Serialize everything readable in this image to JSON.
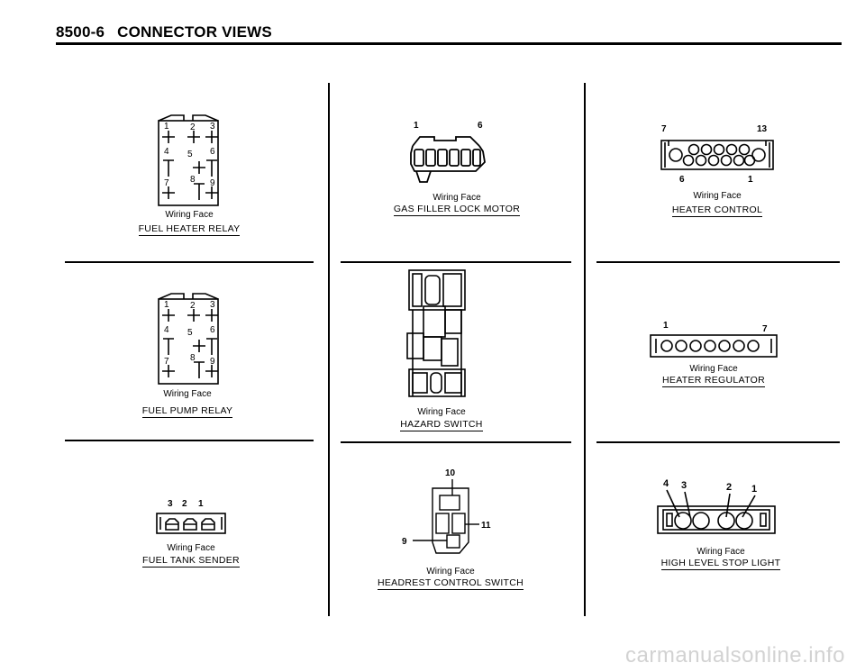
{
  "header": {
    "page_number": "8500-6",
    "title": "CONNECTOR VIEWS"
  },
  "connectors": [
    {
      "label": "Wiring Face",
      "name": "FUEL HEATER RELAY",
      "pins": [
        "1",
        "2",
        "3",
        "4",
        "5",
        "6",
        "7",
        "8",
        "9"
      ]
    },
    {
      "label": "Wiring Face",
      "name": "GAS FILLER LOCK MOTOR",
      "pins": [
        "1",
        "6"
      ]
    },
    {
      "label": "Wiring Face",
      "name": "HEATER CONTROL",
      "pins": [
        "7",
        "13",
        "6",
        "1"
      ]
    },
    {
      "label": "Wiring Face",
      "name": "FUEL PUMP RELAY",
      "pins": [
        "1",
        "2",
        "3",
        "4",
        "5",
        "6",
        "7",
        "8",
        "9"
      ]
    },
    {
      "label": "Wiring Face",
      "name": "HAZARD SWITCH",
      "pins": []
    },
    {
      "label": "Wiring Face",
      "name": "HEATER REGULATOR",
      "pins": [
        "1",
        "7"
      ]
    },
    {
      "label": "Wiring Face",
      "name": "FUEL TANK SENDER",
      "pins": [
        "3",
        "2",
        "1"
      ]
    },
    {
      "label": "Wiring Face",
      "name": "HEADREST CONTROL SWITCH",
      "pins": [
        "10",
        "11",
        "9"
      ]
    },
    {
      "label": "Wiring Face",
      "name": "HIGH LEVEL STOP LIGHT",
      "pins": [
        "4",
        "3",
        "2",
        "1"
      ]
    }
  ],
  "watermark": "carmanualsonline.info"
}
